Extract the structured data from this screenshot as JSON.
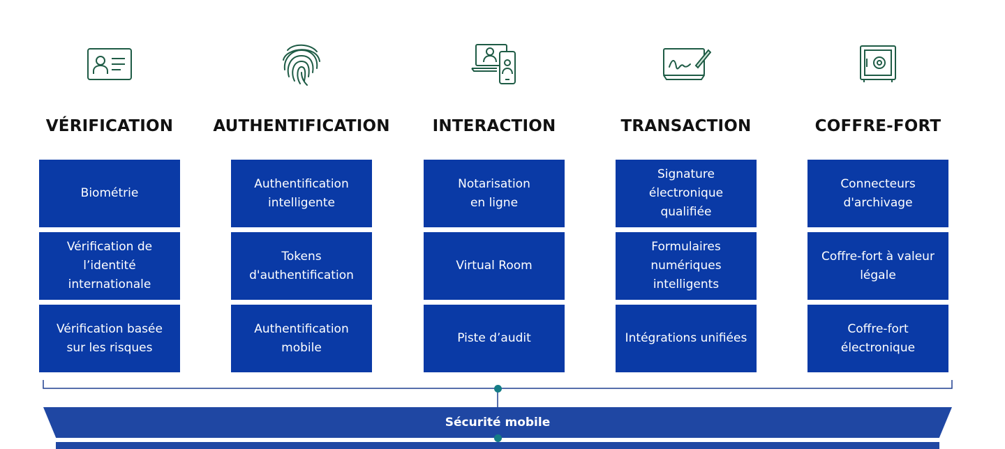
{
  "columns": [
    {
      "title": "VÉRIFICATION",
      "icon": "id-card-icon",
      "items": [
        "Biométrie",
        "Vérification de\nl’identité\ninternationale",
        "Vérification basée\nsur les risques"
      ]
    },
    {
      "title": "AUTHENTIFICATION",
      "icon": "fingerprint-icon",
      "items": [
        "Authentification\nintelligente",
        "Tokens\nd'authentification",
        "Authentification\nmobile"
      ]
    },
    {
      "title": "INTERACTION",
      "icon": "video-call-icon",
      "items": [
        "Notarisation\nen ligne",
        "Virtual Room",
        "Piste d’audit"
      ]
    },
    {
      "title": "TRANSACTION",
      "icon": "e-signature-icon",
      "items": [
        "Signature\nélectronique\nqualifiée",
        "Formulaires\nnumériques\nintelligents",
        "Intégrations unifiées"
      ]
    },
    {
      "title": "COFFRE-FORT",
      "icon": "safe-icon",
      "items": [
        "Connecteurs\nd'archivage",
        "Coffre-fort à valeur\nlégale",
        "Coffre-fort\nélectronique"
      ]
    }
  ],
  "banner": {
    "label": "Sécurité mobile"
  },
  "colors": {
    "box": "#0a3aa6",
    "banner": "#1f47a3",
    "icon": "#1e5b45",
    "connector": "#147c86"
  }
}
